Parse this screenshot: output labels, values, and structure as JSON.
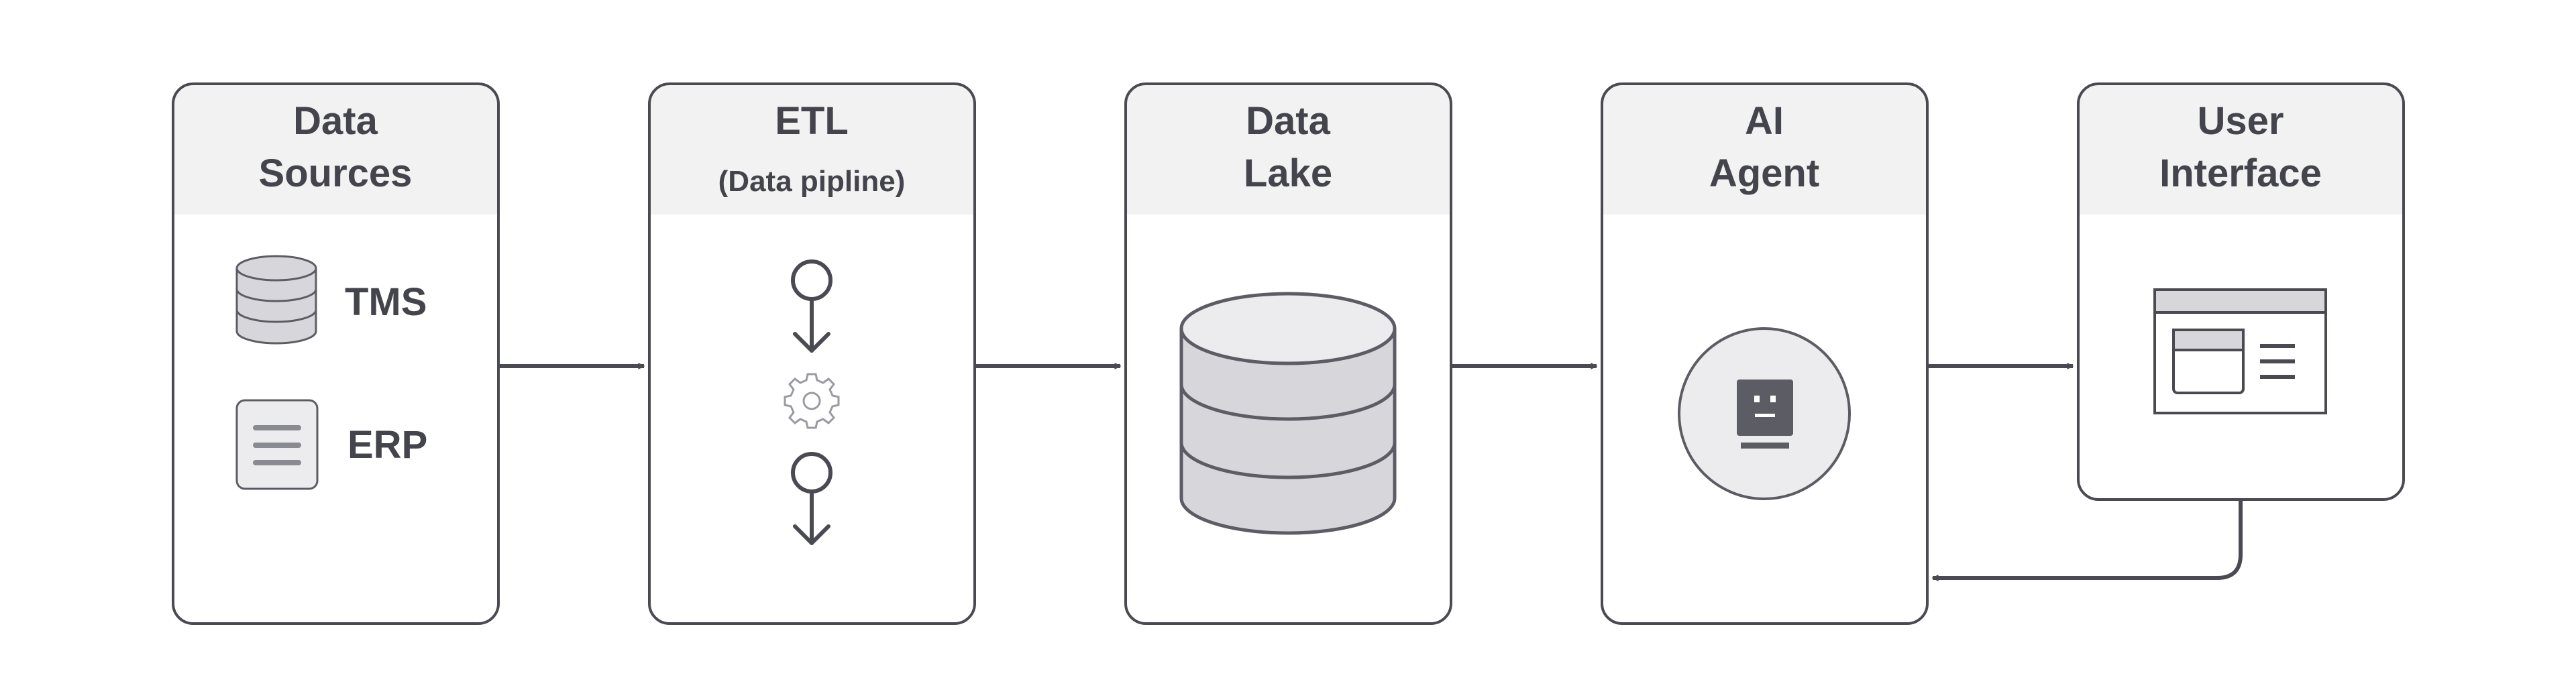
{
  "colors": {
    "stroke": "#4a4a52",
    "header_fill": "#f2f2f2",
    "box_fill": "#ffffff",
    "icon_fill": "#d7d7db",
    "icon_stroke": "#5c5c64",
    "text": "#44444c",
    "agent_face": "#5c5c64"
  },
  "stages": [
    {
      "id": "data-sources",
      "title_line1": "Data",
      "title_line2": "Sources"
    },
    {
      "id": "etl",
      "title_line1": "ETL",
      "title_line2": "(Data pipline)"
    },
    {
      "id": "data-lake",
      "title_line1": "Data",
      "title_line2": "Lake"
    },
    {
      "id": "ai-agent",
      "title_line1": "AI",
      "title_line2": "Agent"
    },
    {
      "id": "user-interface",
      "title_line1": "User",
      "title_line2": "Interface"
    }
  ],
  "sources": {
    "tms_label": "TMS",
    "erp_label": "ERP"
  },
  "icons": {
    "tms": "database-icon",
    "erp": "document-icon",
    "etl_step": "pin-arrow-down-icon",
    "etl_gear": "gear-icon",
    "lake": "database-icon",
    "agent": "robot-face-icon",
    "ui": "window-icon"
  }
}
